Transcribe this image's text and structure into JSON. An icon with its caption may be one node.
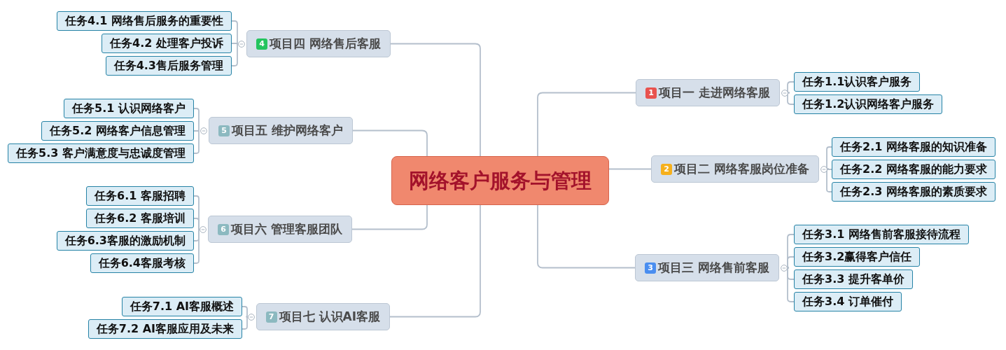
{
  "diagram": {
    "nodes": [
      {
        "text": [
          "网络客户服务与管理"
        ]
      },
      {
        "text": [
          "1",
          "项目一 走进网络客服"
        ]
      },
      {
        "text": [
          "任务1.1认识客户服务"
        ]
      },
      {
        "text": [
          "任务1.2认识网络客户服务"
        ]
      },
      {
        "text": [
          "2",
          "项目二 网络客服岗位准备"
        ]
      },
      {
        "text": [
          "任务2.1 网络客服的知识准备"
        ]
      },
      {
        "text": [
          "任务2.2 网络客服的能力要求"
        ]
      },
      {
        "text": [
          "任务2.3 网络客服的素质要求"
        ]
      },
      {
        "text": [
          "3",
          "项目三 网络售前客服"
        ]
      },
      {
        "text": [
          "任务3.1 网络售前客服接待流程"
        ]
      },
      {
        "text": [
          "任务3.2赢得客户信任"
        ]
      },
      {
        "text": [
          "任务3.3 提升客单价"
        ]
      },
      {
        "text": [
          "任务3.4 订单催付"
        ]
      },
      {
        "text": [
          "4",
          "项目四 网络售后客服"
        ]
      },
      {
        "text": [
          "任务4.1 网络售后服务的重要性"
        ]
      },
      {
        "text": [
          "任务4.2 处理客户投诉"
        ]
      },
      {
        "text": [
          "任务4.3售后服务管理"
        ]
      },
      {
        "text": [
          "5",
          "项目五 维护网络客户"
        ]
      },
      {
        "text": [
          "任务5.1 认识网络客户"
        ]
      },
      {
        "text": [
          "任务5.2 网络客户信息管理"
        ]
      },
      {
        "text": [
          "任务5.3 客户满意度与忠诚度管理"
        ]
      },
      {
        "text": [
          "6",
          "项目六 管理客服团队"
        ]
      },
      {
        "text": [
          "任务6.1 客服招聘"
        ]
      },
      {
        "text": [
          "任务6.2 客服培训"
        ]
      },
      {
        "text": [
          "任务6.3客服的激励机制"
        ]
      },
      {
        "text": [
          "任务6.4客服考核"
        ]
      },
      {
        "text": [
          "7",
          "项目七 认识AI客服"
        ]
      },
      {
        "text": [
          "任务7.1 AI客服概述"
        ]
      },
      {
        "text": [
          "任务7.2 AI客服应用及未来"
        ]
      }
    ],
    "edges": [
      {
        "from": 0,
        "to": 1,
        "arrow": "none"
      },
      {
        "from": 1,
        "to": 2,
        "arrow": "none"
      },
      {
        "from": 1,
        "to": 3,
        "arrow": "none"
      },
      {
        "from": 0,
        "to": 4,
        "arrow": "none"
      },
      {
        "from": 4,
        "to": 5,
        "arrow": "none"
      },
      {
        "from": 4,
        "to": 6,
        "arrow": "none"
      },
      {
        "from": 4,
        "to": 7,
        "arrow": "none"
      },
      {
        "from": 0,
        "to": 8,
        "arrow": "none"
      },
      {
        "from": 8,
        "to": 9,
        "arrow": "none"
      },
      {
        "from": 8,
        "to": 10,
        "arrow": "none"
      },
      {
        "from": 8,
        "to": 11,
        "arrow": "none"
      },
      {
        "from": 8,
        "to": 12,
        "arrow": "none"
      },
      {
        "from": 0,
        "to": 13,
        "arrow": "none"
      },
      {
        "from": 13,
        "to": 14,
        "arrow": "none"
      },
      {
        "from": 13,
        "to": 15,
        "arrow": "none"
      },
      {
        "from": 13,
        "to": 16,
        "arrow": "none"
      },
      {
        "from": 0,
        "to": 17,
        "arrow": "none"
      },
      {
        "from": 17,
        "to": 18,
        "arrow": "none"
      },
      {
        "from": 17,
        "to": 19,
        "arrow": "none"
      },
      {
        "from": 17,
        "to": 20,
        "arrow": "none"
      },
      {
        "from": 0,
        "to": 21,
        "arrow": "none"
      },
      {
        "from": 21,
        "to": 22,
        "arrow": "none"
      },
      {
        "from": 21,
        "to": 23,
        "arrow": "none"
      },
      {
        "from": 21,
        "to": 24,
        "arrow": "none"
      },
      {
        "from": 21,
        "to": 25,
        "arrow": "none"
      },
      {
        "from": 0,
        "to": 26,
        "arrow": "none"
      },
      {
        "from": 26,
        "to": 27,
        "arrow": "none"
      },
      {
        "from": 26,
        "to": 28,
        "arrow": "none"
      }
    ]
  }
}
